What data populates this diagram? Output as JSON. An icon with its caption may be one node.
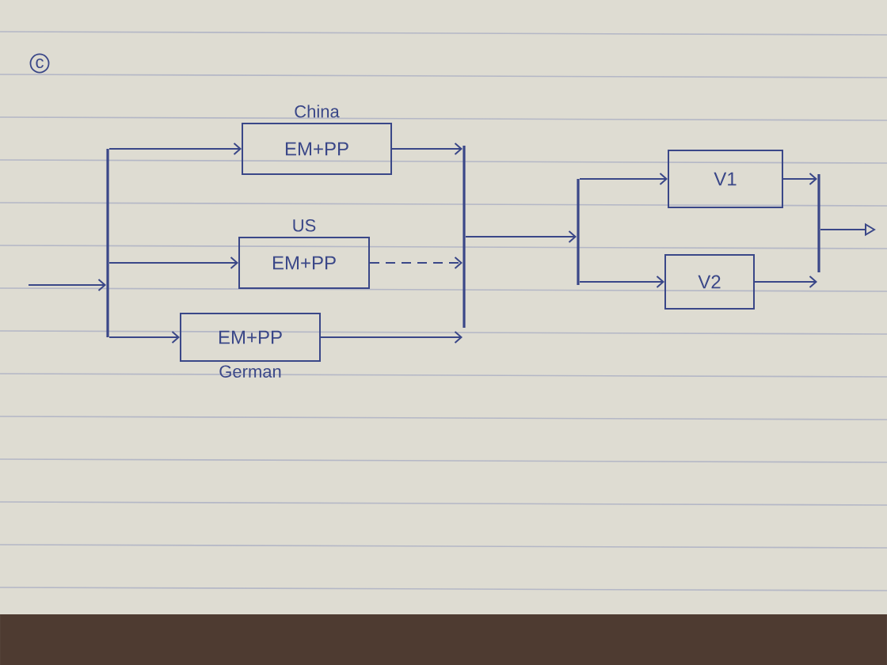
{
  "diagram": {
    "nodes": [
      {
        "text": [
          "EM+PP"
        ],
        "beside": [
          "China"
        ]
      },
      {
        "text": [
          "EM+PP"
        ],
        "beside": [
          "US"
        ]
      },
      {
        "text": [
          "EM+PP"
        ],
        "beside": [
          "German"
        ]
      },
      {
        "text": [
          "V1"
        ]
      },
      {
        "text": [
          "V2"
        ]
      },
      {
        "text": [],
        "shape": "bar"
      },
      {
        "text": [],
        "shape": "bar"
      },
      {
        "text": [],
        "shape": "bar"
      },
      {
        "text": [],
        "shape": "bar"
      }
    ],
    "edges": [
      {
        "from": null,
        "to": 5,
        "arrow": "to"
      },
      {
        "from": 5,
        "to": 0,
        "arrow": "to"
      },
      {
        "from": 5,
        "to": 1,
        "arrow": "to"
      },
      {
        "from": 5,
        "to": 2,
        "arrow": "to"
      },
      {
        "from": 0,
        "to": 6,
        "arrow": "to"
      },
      {
        "from": 1,
        "to": 6,
        "arrow": "to",
        "style": "dashed"
      },
      {
        "from": 2,
        "to": 6,
        "arrow": "to"
      },
      {
        "from": 6,
        "to": 7,
        "arrow": "to"
      },
      {
        "from": 7,
        "to": 3,
        "arrow": "to"
      },
      {
        "from": 7,
        "to": 4,
        "arrow": "to"
      },
      {
        "from": 3,
        "to": 8,
        "arrow": "to"
      },
      {
        "from": 4,
        "to": 8,
        "arrow": "to"
      },
      {
        "from": 8,
        "to": null,
        "arrow": "to"
      }
    ],
    "labels": [
      "c"
    ]
  }
}
